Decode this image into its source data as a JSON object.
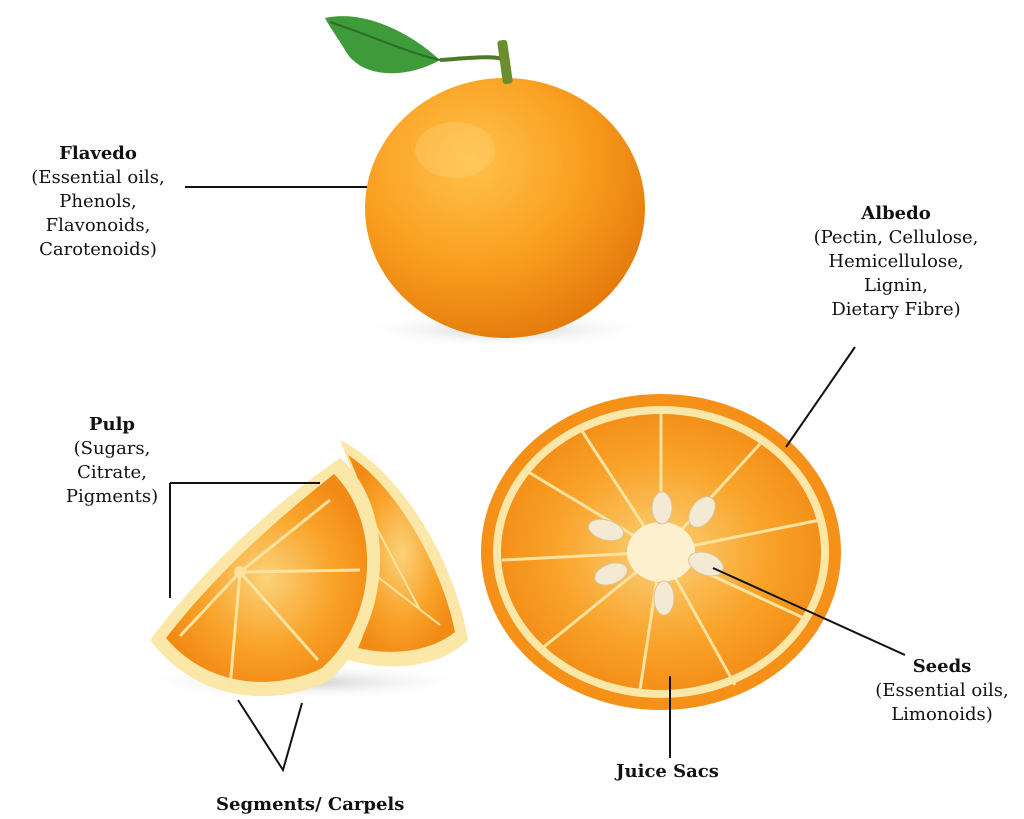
{
  "labels": {
    "flavedo": {
      "title": "Flavedo",
      "desc": "(Essential oils,\nPhenols,\nFlavonoids,\nCarotenoids)"
    },
    "albedo": {
      "title": "Albedo",
      "desc": "(Pectin, Cellulose,\nHemicellulose,\nLignin,\nDietary Fibre)"
    },
    "pulp": {
      "title": "Pulp",
      "desc": "(Sugars,\nCitrate,\nPigments)"
    },
    "seeds": {
      "title": "Seeds",
      "desc": "(Essential oils,\nLimonoids)"
    },
    "juice_sacs": "Juice Sacs",
    "segments": "Segments/ Carpels"
  },
  "colors": {
    "peel": "#f79a1c",
    "peel_dark": "#e0780a",
    "leaf": "#3f9a3a",
    "flesh": "#f9a72a",
    "rind": "#fbe7a8",
    "seed": "#f4ead3",
    "line": "#111111"
  }
}
